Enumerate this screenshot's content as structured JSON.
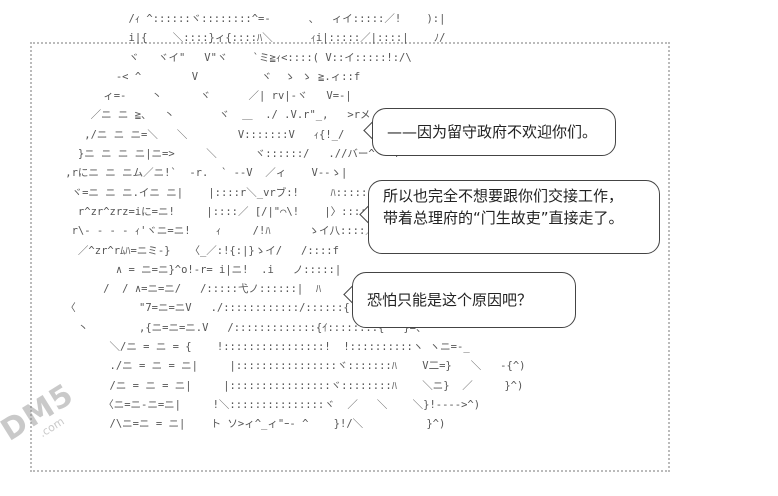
{
  "bubbles": {
    "line1": "——因为留守政府不欢迎你们。",
    "line2a": "所以也完全不想要跟你们交接工作，",
    "line2b": "带着总理府的“门生故吏”直接走了。",
    "line3": "恐怕只能是这个原因吧？"
  },
  "watermark": {
    "main": "DM5",
    "sub": ".com"
  }
}
